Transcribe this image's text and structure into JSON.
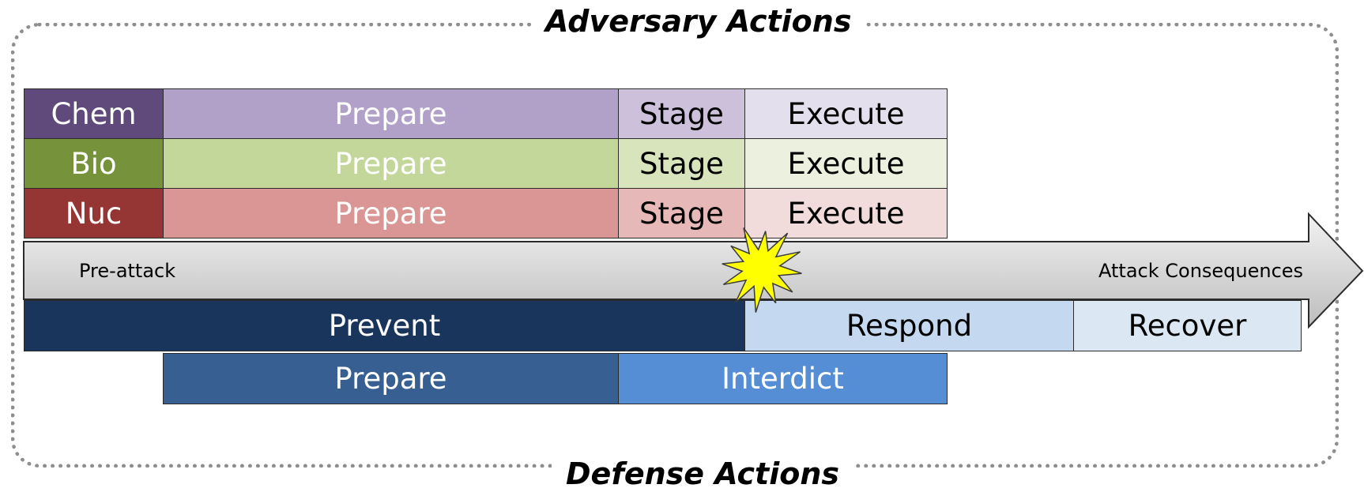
{
  "titles": {
    "adversary": "Adversary Actions",
    "defense": "Defense Actions"
  },
  "adversary_rows": [
    {
      "label": "Chem",
      "prepare": "Prepare",
      "stage": "Stage",
      "execute": "Execute",
      "colors": {
        "label": "#604a7b",
        "prepare": "#b1a0c7",
        "stage": "#ccc0da",
        "execute": "#e4dfec"
      }
    },
    {
      "label": "Bio",
      "prepare": "Prepare",
      "stage": "Stage",
      "execute": "Execute",
      "colors": {
        "label": "#76933c",
        "prepare": "#c4d79b",
        "stage": "#d8e4bc",
        "execute": "#ebf1de"
      }
    },
    {
      "label": "Nuc",
      "prepare": "Prepare",
      "stage": "Stage",
      "execute": "Execute",
      "colors": {
        "label": "#963634",
        "prepare": "#da9694",
        "stage": "#e6b8b7",
        "execute": "#f2dcdb"
      }
    }
  ],
  "timeline": {
    "start_label": "Pre-attack",
    "end_label": "Attack Consequences",
    "event_marker": "explosion-burst-icon",
    "event_color": "#ffff00"
  },
  "defense_rows": {
    "row1": {
      "prevent": "Prevent",
      "respond": "Respond",
      "recover": "Recover"
    },
    "row2": {
      "prepare": "Prepare",
      "interdict": "Interdict"
    },
    "colors": {
      "prevent": "#1a355c",
      "respond": "#c4d8ef",
      "recover": "#dce7f4",
      "prepare": "#375f91",
      "interdict": "#558ed5"
    }
  }
}
